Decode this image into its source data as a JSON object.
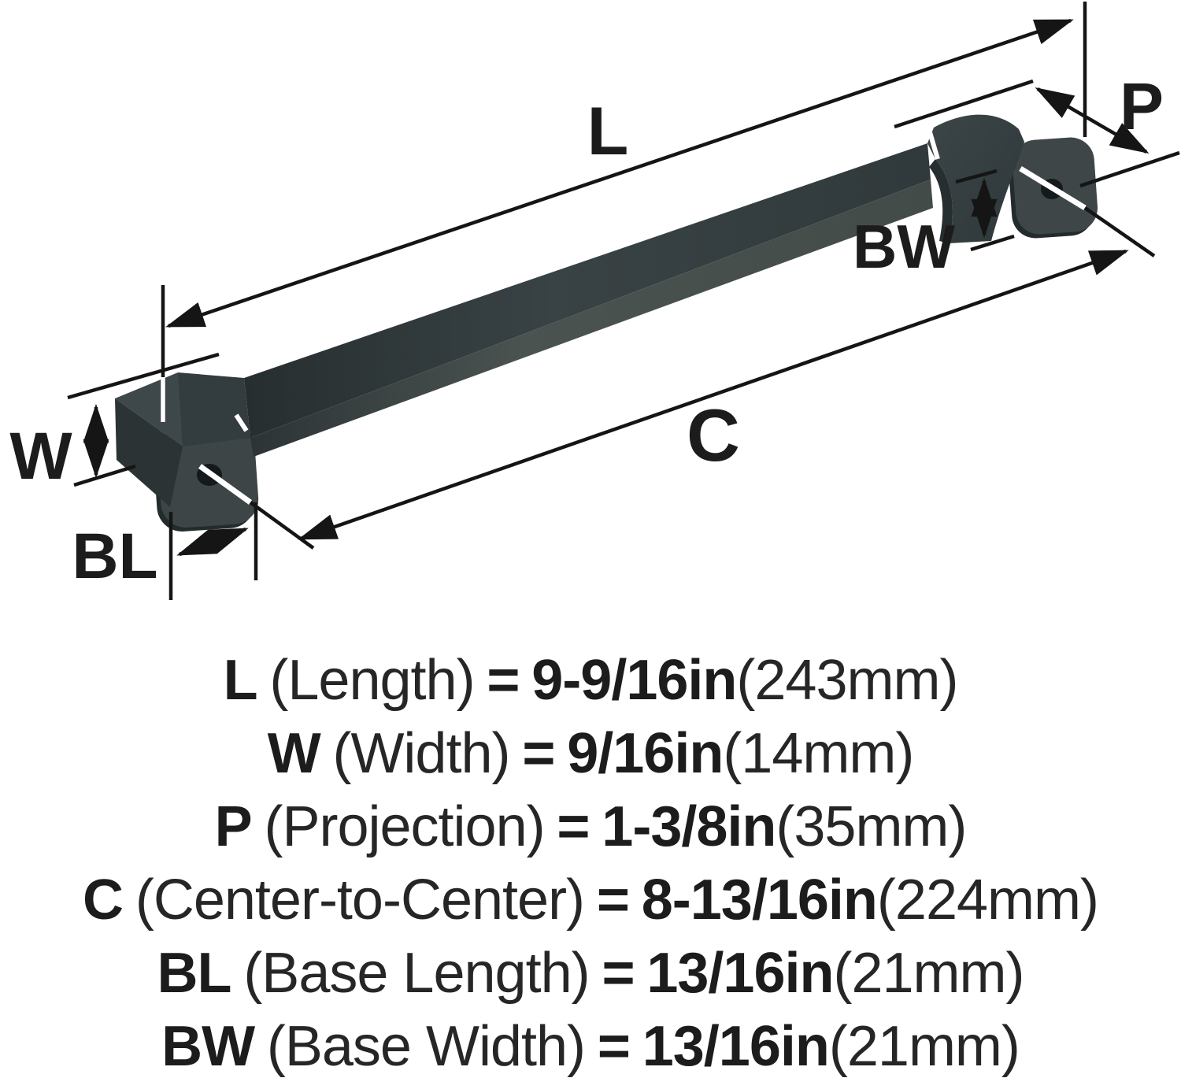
{
  "diagram": {
    "labels": {
      "L": "L",
      "W": "W",
      "P": "P",
      "C": "C",
      "BL": "BL",
      "BW": "BW"
    }
  },
  "specs": [
    {
      "abbr": "L",
      "name": "(Length)",
      "eq": "=",
      "value": "9-9/16in",
      "metric": "(243mm)"
    },
    {
      "abbr": "W",
      "name": "(Width)",
      "eq": "=",
      "value": "9/16in",
      "metric": "(14mm)"
    },
    {
      "abbr": "P",
      "name": "(Projection)",
      "eq": "=",
      "value": "1-3/8in",
      "metric": "(35mm)"
    },
    {
      "abbr": "C",
      "name": "(Center-to-Center)",
      "eq": "=",
      "value": "8-13/16in",
      "metric": "(224mm)"
    },
    {
      "abbr": "BL",
      "name": "(Base Length)",
      "eq": "=",
      "value": "13/16in",
      "metric": "(21mm)"
    },
    {
      "abbr": "BW",
      "name": "(Base Width)",
      "eq": "=",
      "value": "13/16in",
      "metric": "(21mm)"
    }
  ],
  "colors": {
    "background": "#ffffff",
    "handle_top": "#323b3d",
    "handle_front": "#4a5250",
    "handle_base": "#3d4547",
    "handle_shadow": "#242b2d",
    "hole": "#14191b",
    "dimension_line": "#151515",
    "text": "#1c1c1c"
  }
}
